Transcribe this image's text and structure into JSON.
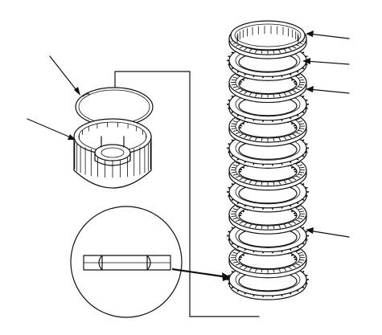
{
  "diagram": {
    "callout_count_left": 2,
    "callout_count_right": 4,
    "plate_pack_layers": 12
  }
}
